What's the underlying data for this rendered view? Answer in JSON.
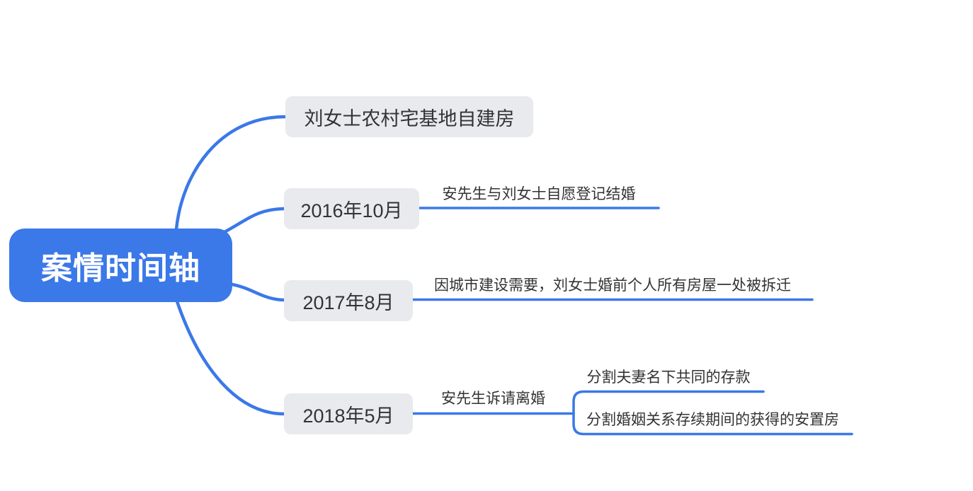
{
  "diagram": {
    "type": "mindmap-timeline",
    "root": {
      "label": "案情时间轴"
    },
    "branches": [
      {
        "label": "刘女士农村宅基地自建房",
        "children": []
      },
      {
        "label": "2016年10月",
        "children": [
          {
            "label": "安先生与刘女士自愿登记结婚",
            "children": []
          }
        ]
      },
      {
        "label": "2017年8月",
        "children": [
          {
            "label": "因城市建设需要，刘女士婚前个人所有房屋一处被拆迁",
            "children": []
          }
        ]
      },
      {
        "label": "2018年5月",
        "children": [
          {
            "label": "安先生诉请离婚",
            "children": [
              {
                "label": "分割夫妻名下共同的存款"
              },
              {
                "label": "分割婚姻关系存续期间的获得的安置房"
              }
            ]
          }
        ]
      }
    ],
    "colors": {
      "primary_blue": "#3b78e8",
      "topic_background": "#e8eaed",
      "topic_text": "#333333",
      "root_text": "#ffffff",
      "canvas_background": "#ffffff"
    }
  }
}
